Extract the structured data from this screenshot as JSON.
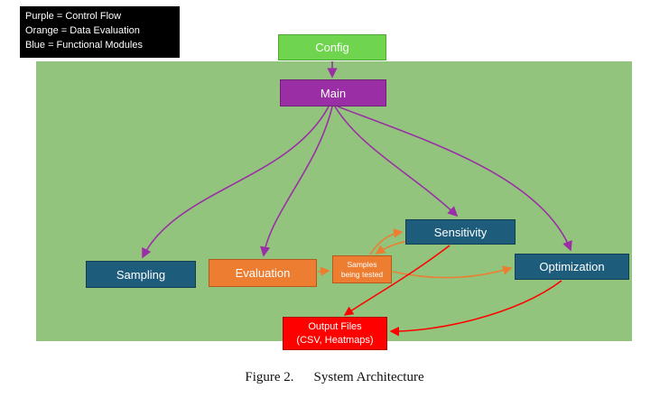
{
  "legend": {
    "lines": [
      "Purple = Control Flow",
      "Orange = Data Evaluation",
      "Blue = Functional Modules"
    ]
  },
  "nodes": {
    "config": "Config",
    "main": "Main",
    "sampling": "Sampling",
    "evaluation": "Evaluation",
    "samples_line1": "Samples",
    "samples_line2": "being tested",
    "sensitivity": "Sensitivity",
    "optimization": "Optimization",
    "output_line1": "Output Files",
    "output_line2": "(CSV, Heatmaps)"
  },
  "caption": {
    "label": "Figure 2.",
    "title": "System Architecture"
  },
  "colors": {
    "panel_green": "#93c47d",
    "config_green": "#6fd44e",
    "control_flow_purple": "#9a2fa5",
    "data_evaluation_orange": "#ed7d31",
    "functional_module_blue": "#1d5d7b",
    "output_red": "#ff0000",
    "legend_background": "#000000"
  }
}
